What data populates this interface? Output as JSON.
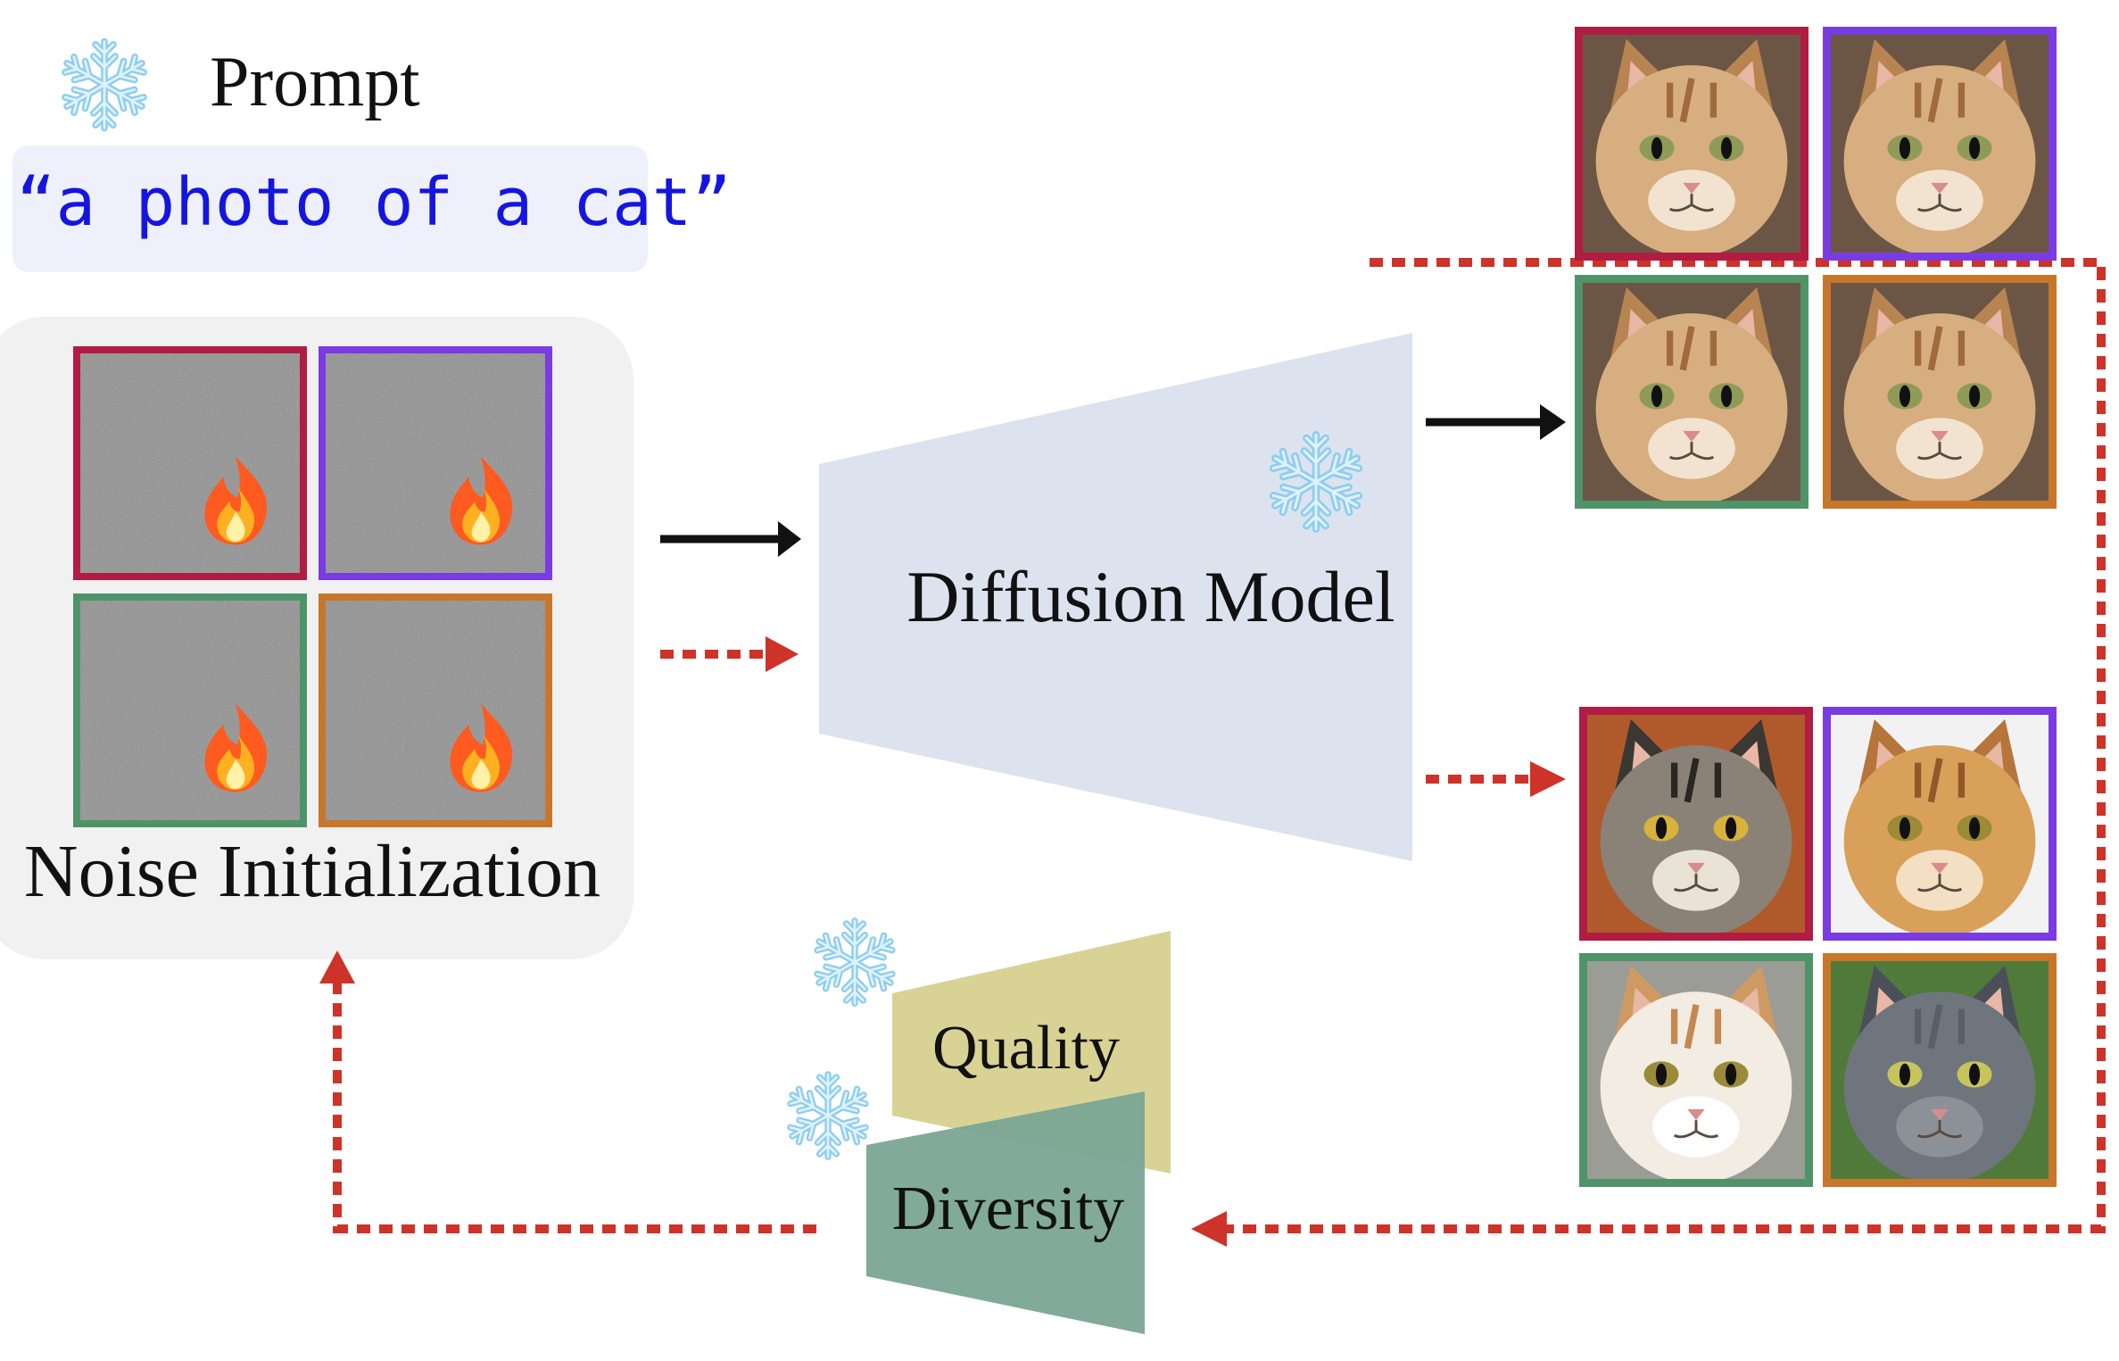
{
  "prompt": {
    "label": "Prompt",
    "text": "“a photo of a cat”"
  },
  "noise_initialization": {
    "title": "Noise Initialization",
    "tiles": [
      {
        "frame_color": "#b11c43",
        "icon": "fire-icon"
      },
      {
        "frame_color": "#7a3be2",
        "icon": "fire-icon"
      },
      {
        "frame_color": "#4f9468",
        "icon": "fire-icon"
      },
      {
        "frame_color": "#c8772a",
        "icon": "fire-icon"
      }
    ]
  },
  "diffusion_model": {
    "label": "Diffusion Model",
    "icon": "snowflake-icon",
    "color": "#dde3ee"
  },
  "evaluators": {
    "quality": {
      "label": "Quality",
      "color": "#d8d394",
      "icon": "snowflake-icon"
    },
    "diversity": {
      "label": "Diversity",
      "color": "#7aa595",
      "icon": "snowflake-icon"
    }
  },
  "outputs": {
    "top_group": {
      "frame_colors": [
        "#b11c43",
        "#7a3be2",
        "#4f9468",
        "#c8772a"
      ],
      "images": [
        "cat-photo-tabby-orange",
        "cat-photo-tabby-orange",
        "cat-photo-tabby-orange",
        "cat-photo-tabby-orange"
      ]
    },
    "bottom_group": {
      "frame_colors": [
        "#b11c43",
        "#7a3be2",
        "#4f9468",
        "#c8772a"
      ],
      "images": [
        "cat-photo-striped-tabby",
        "cat-photo-orange-tabby",
        "cat-photo-white-orange",
        "cat-photo-gray"
      ]
    }
  },
  "arrows": {
    "solid_color": "#111111",
    "dotted_color": "#cd3328"
  }
}
